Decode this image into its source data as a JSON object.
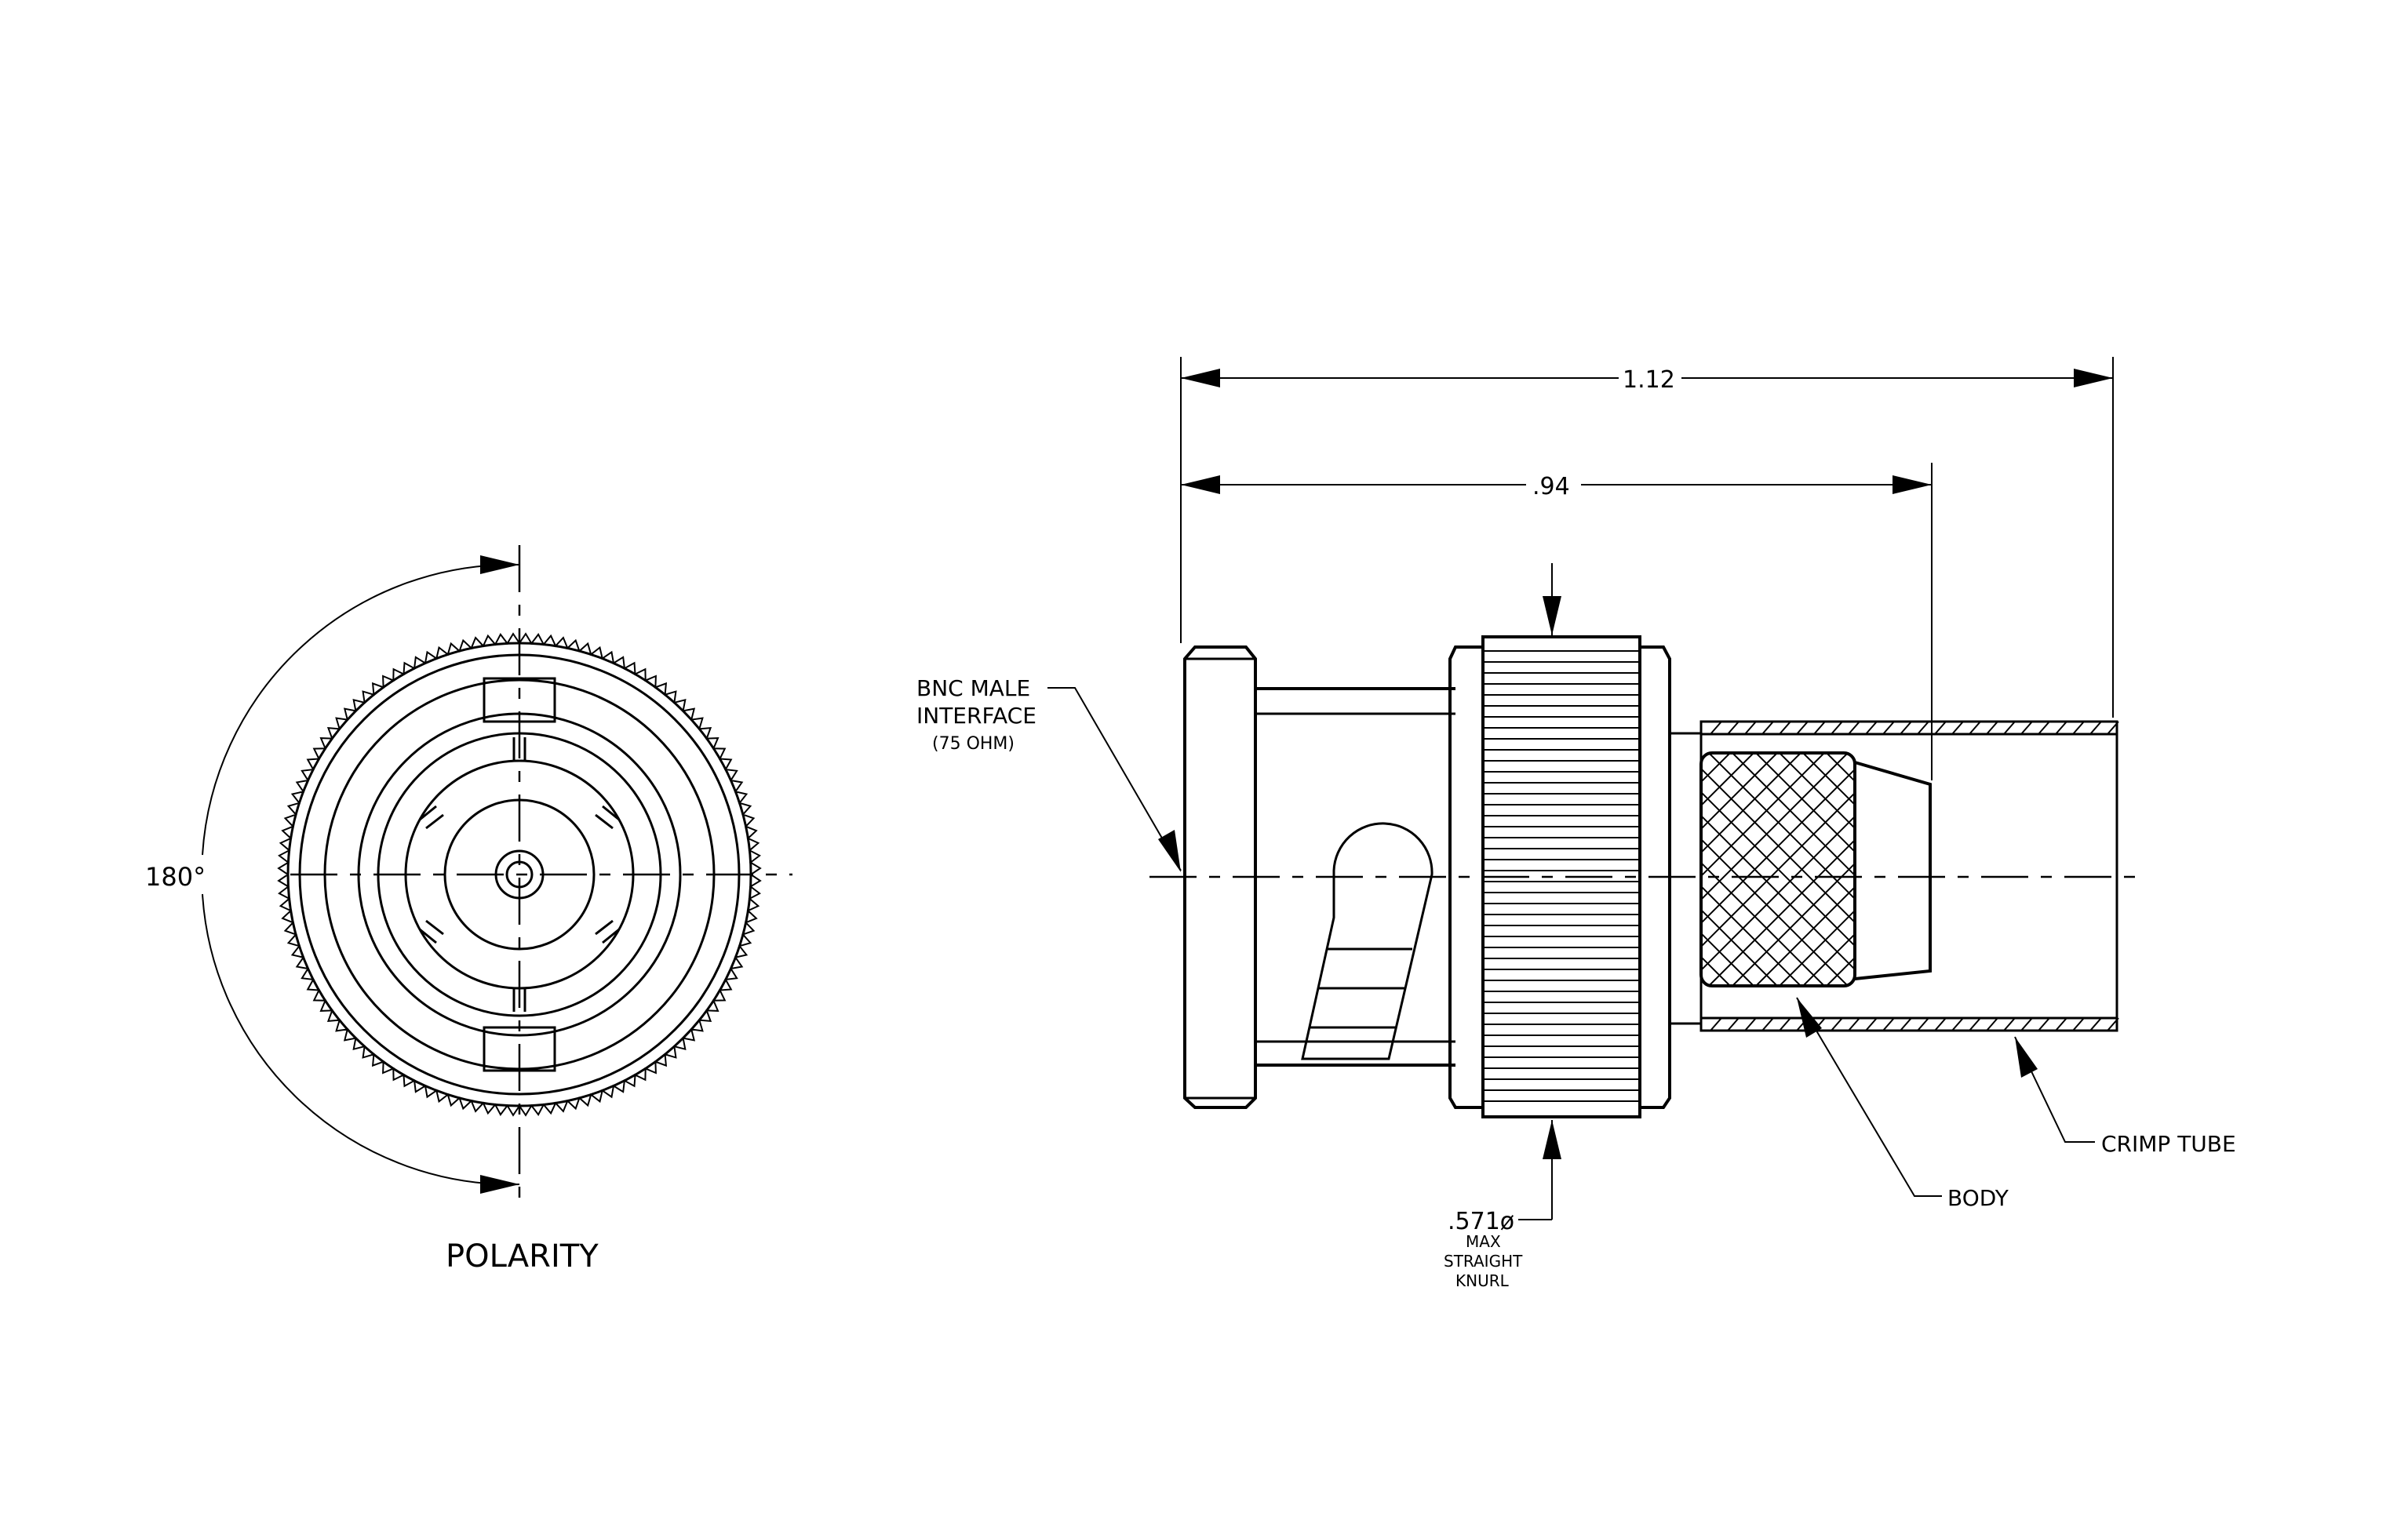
{
  "polarity_view": {
    "angle_label": "180°",
    "title": "POLARITY"
  },
  "side_view": {
    "dim_overall": "1.12",
    "dim_body": ".94",
    "knurl_dia": ".571ø",
    "knurl_note_1": "MAX",
    "knurl_note_2": "STRAIGHT",
    "knurl_note_3": "KNURL",
    "callout_interface_1": "BNC MALE",
    "callout_interface_2": "INTERFACE",
    "callout_interface_3": "(75 OHM)",
    "callout_body": "BODY",
    "callout_crimp": "CRIMP TUBE"
  },
  "colors": {
    "line": "#000000",
    "background": "#ffffff"
  }
}
